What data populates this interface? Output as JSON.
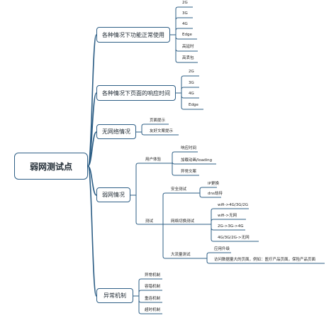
{
  "root": {
    "label": "弱网测试点"
  },
  "branches": [
    {
      "label": "各种情况下功能正常使用",
      "children": [
        "2G",
        "3G",
        "4G",
        "Edge",
        "高延时",
        "高丢包"
      ]
    },
    {
      "label": "各种情况下页面的响应时间",
      "children": [
        "2G",
        "3G",
        "4G",
        "Edge"
      ]
    },
    {
      "label": "无网络情况",
      "children": [
        "页面提示",
        "友好文案提示"
      ]
    },
    {
      "label": "弱网情况",
      "user_experience": {
        "label": "用户体验",
        "children": [
          "响应时间",
          "加载动画/loading",
          "异常文案"
        ]
      },
      "test": {
        "label": "测试",
        "security": {
          "label": "安全测试",
          "children": [
            "IP更换",
            "dns劫持"
          ]
        },
        "network_switch": {
          "label": "网络切换测试",
          "children": [
            "wifi->4G/3G/2G",
            "wifi->无网",
            "2G->3G->4G",
            "4G/3G/2G->无网"
          ]
        },
        "heavy_traffic": {
          "label": "大流量测试",
          "children": [
            "应用升级",
            "访问数据量大的页面，例如：医疗产品页面，保险产品页面"
          ]
        }
      }
    },
    {
      "label": "异常机制",
      "children": [
        "异常机制",
        "容错机制",
        "重连机制",
        "超时机制"
      ]
    }
  ]
}
